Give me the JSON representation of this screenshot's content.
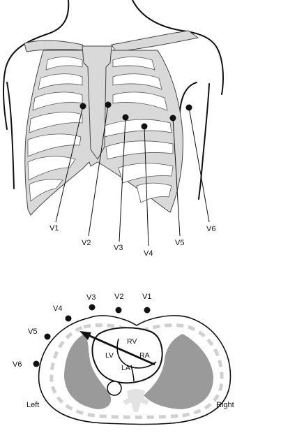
{
  "figure": {
    "chest_view": {
      "leads": [
        {
          "key": "v1",
          "label": "V1"
        },
        {
          "key": "v2",
          "label": "V2"
        },
        {
          "key": "v3",
          "label": "V3"
        },
        {
          "key": "v4",
          "label": "V4"
        },
        {
          "key": "v5",
          "label": "V5"
        },
        {
          "key": "v6",
          "label": "V6"
        }
      ]
    },
    "cross_section": {
      "leads": [
        {
          "key": "v1",
          "label": "V1"
        },
        {
          "key": "v2",
          "label": "V2"
        },
        {
          "key": "v3",
          "label": "V3"
        },
        {
          "key": "v4",
          "label": "V4"
        },
        {
          "key": "v5",
          "label": "V5"
        },
        {
          "key": "v6",
          "label": "V6"
        }
      ],
      "chambers": {
        "rv": "RV",
        "ra": "RA",
        "lv": "LV",
        "la": "LA"
      },
      "left_label": "Left",
      "right_label": "Right"
    }
  },
  "colors": {
    "bone": "#d9d9d9",
    "lung": "#9a9a9a",
    "ink": "#111111"
  }
}
